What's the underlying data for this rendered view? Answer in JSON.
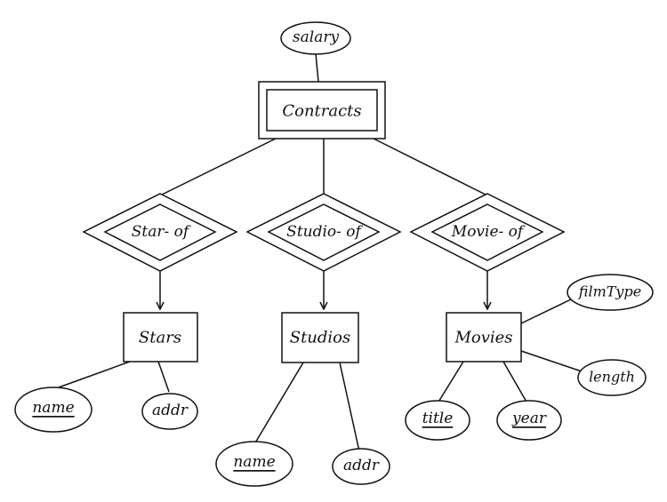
{
  "diagram": {
    "entities": {
      "contracts": "Contracts",
      "stars": "Stars",
      "studios": "Studios",
      "movies": "Movies"
    },
    "relationships": {
      "star_of": "Star- of",
      "studio_of": "Studio- of",
      "movie_of": "Movie- of"
    },
    "attributes": {
      "salary": "salary",
      "stars_name": "name",
      "stars_addr": "addr",
      "studios_name": "name",
      "studios_addr": "addr",
      "movies_title": "title",
      "movies_year": "year",
      "movies_filmtype": "filmType",
      "movies_length": "length"
    }
  }
}
